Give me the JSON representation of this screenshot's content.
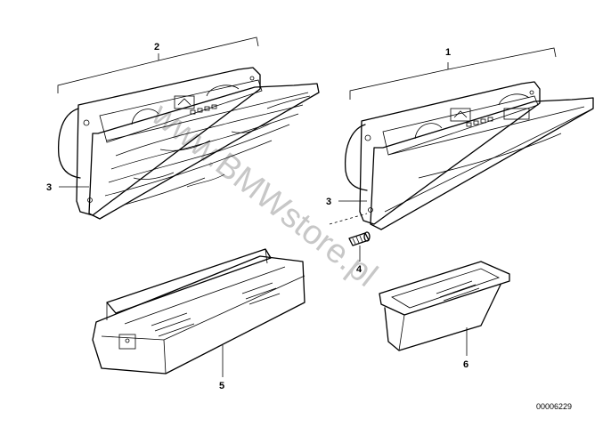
{
  "diagram": {
    "callouts": {
      "c1": "1",
      "c2": "2",
      "c3a": "3",
      "c3b": "3",
      "c4": "4",
      "c5": "5",
      "c6": "6"
    },
    "part_number": "00006229",
    "watermark": "www.BMWstore.pl"
  }
}
